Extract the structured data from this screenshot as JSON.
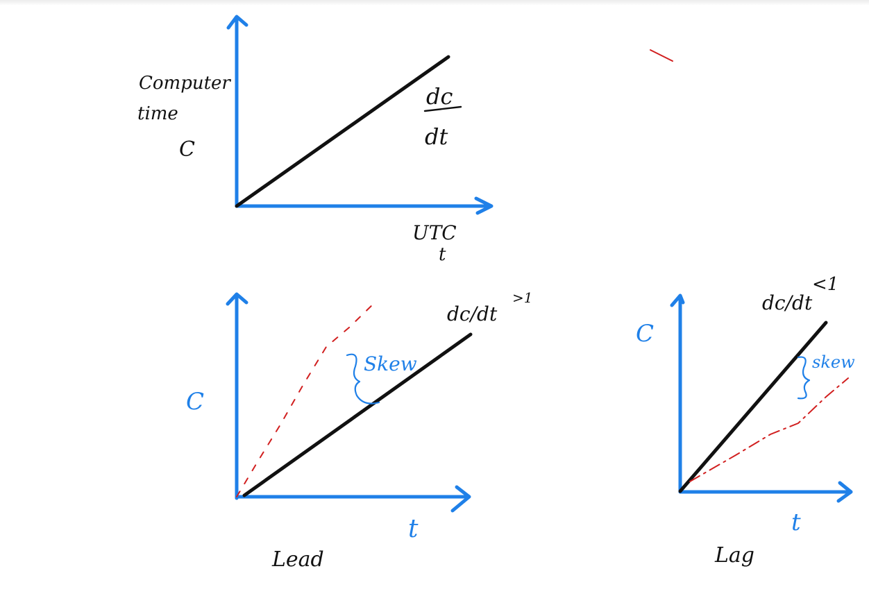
{
  "colors": {
    "axis": "#1f80e8",
    "rate_line": "#111111",
    "skew_line": "#d11f1f",
    "annotation_blue": "#1f80e8",
    "annotation_black": "#111111"
  },
  "top_diagram": {
    "ylabel_line1": "Computer",
    "ylabel_line2": "time",
    "ylabel_line3": "C",
    "rate_numerator": "dc",
    "rate_denominator": "dt",
    "xlabel_line1": "UTC",
    "xlabel_line2": "t"
  },
  "lead_diagram": {
    "ylabel": "C",
    "rate_label": "dc/dt",
    "rate_cond": ">1",
    "skew_label": "Skew",
    "xlabel": "t",
    "caption": "Lead"
  },
  "lag_diagram": {
    "ylabel": "C",
    "rate_label": "dc/dt",
    "rate_cond": "<1",
    "skew_label": "skew",
    "xlabel": "t",
    "caption": "Lag"
  }
}
